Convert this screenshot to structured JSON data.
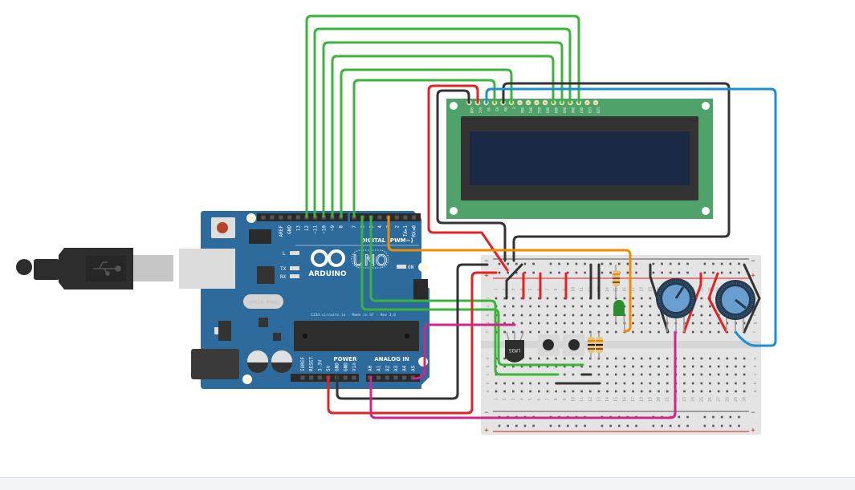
{
  "colors": {
    "arduino_board": "#2c6b9c",
    "lcd_board": "#4fa26a",
    "lcd_screen": "#1c2945",
    "breadboard": "#e4e4e4",
    "wire_green": "#3cb43c",
    "wire_red": "#e02424",
    "wire_black": "#333333",
    "wire_blue": "#1c8fd0",
    "wire_orange": "#f08c00",
    "wire_magenta": "#d0268c",
    "led": "#2e8b2e"
  },
  "arduino": {
    "logo": "ARDUINO",
    "model": "UNO",
    "digital_label": "DIGITAL (PWM~)",
    "power_label": "POWER",
    "analog_label": "ANALOG IN",
    "on_label": "ON",
    "led_l": "L",
    "led_tx": "TX",
    "led_rx": "RX",
    "board_text": "123d.circuits.io - Made in SF - Rev 3.0",
    "crystal": "SPK16.000G",
    "digital_pins_a": [
      "AREF",
      "GND",
      "13",
      "12",
      "~11",
      "~10",
      "~9",
      "8"
    ],
    "digital_pins_b": [
      "7",
      "~6",
      "~5",
      "4",
      "~3",
      "2",
      "TX►1",
      "RX◄0"
    ],
    "power_pins": [
      "IOREF",
      "RESET",
      "3.3V",
      "5V",
      "GND",
      "GND",
      "Vin"
    ],
    "analog_pins": [
      "A0",
      "A1",
      "A2",
      "A3",
      "A4",
      "A5"
    ]
  },
  "lcd": {
    "pins": [
      "GND",
      "VCC",
      "V0",
      "RS",
      "RW",
      "E",
      "DB0",
      "DB1",
      "DB2",
      "DB3",
      "DB4",
      "DB5",
      "DB6",
      "DB7",
      "LED",
      "LED"
    ]
  },
  "breadboard": {
    "rows_top": [
      "j",
      "i",
      "h",
      "g",
      "f"
    ],
    "rows_bottom": [
      "e",
      "d",
      "c",
      "b",
      "a"
    ],
    "columns": [
      "1",
      "2",
      "3",
      "4",
      "5",
      "6",
      "7",
      "8",
      "9",
      "10",
      "11",
      "12",
      "13",
      "14",
      "15",
      "16",
      "17",
      "18",
      "19",
      "20",
      "21",
      "22",
      "23",
      "24",
      "25",
      "26",
      "27",
      "28",
      "29",
      "30"
    ],
    "rail_minus": "−",
    "rail_plus": "+"
  },
  "sensor": {
    "label": "LM35"
  }
}
